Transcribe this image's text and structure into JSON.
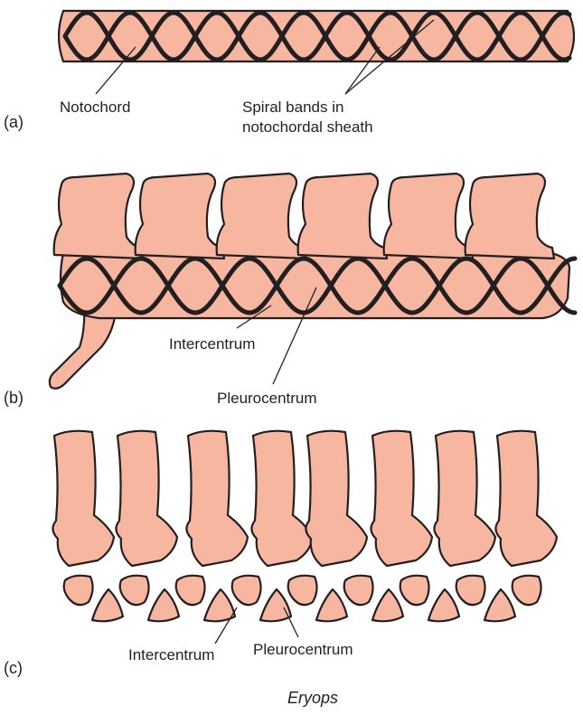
{
  "panel_a": {
    "marker": "(a)",
    "label_notochord": "Notochord",
    "label_spiral_line1": "Spiral bands in",
    "label_spiral_line2": "notochordal sheath"
  },
  "panel_b": {
    "marker": "(b)",
    "label_intercentrum": "Intercentrum",
    "label_pleurocentrum": "Pleurocentrum"
  },
  "panel_c": {
    "marker": "(c)",
    "label_intercentrum": "Intercentrum",
    "label_pleurocentrum": "Pleurocentrum"
  },
  "caption": "Eryops",
  "colors": {
    "bone": "#f6b6a0",
    "ink": "#231f20"
  }
}
